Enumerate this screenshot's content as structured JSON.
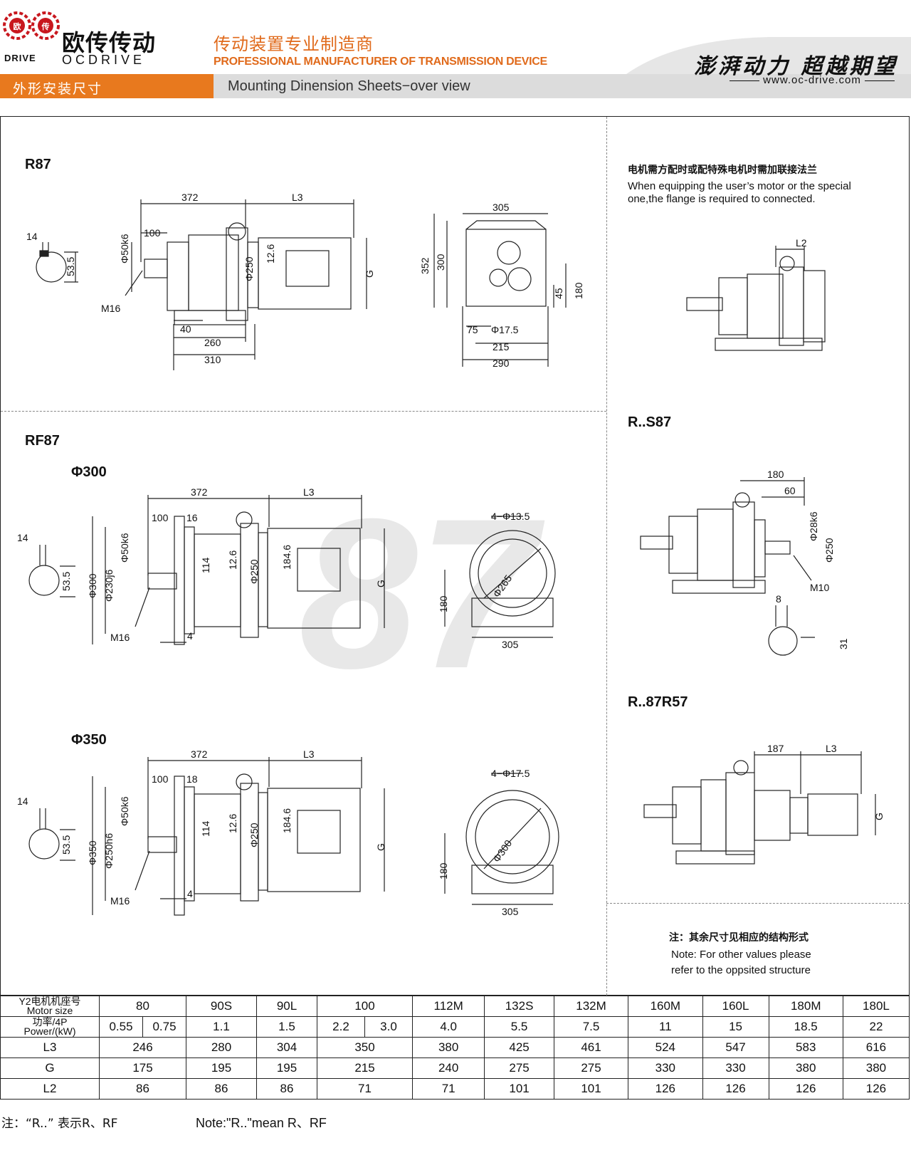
{
  "header": {
    "logo_seal_1": "欧",
    "logo_seal_2": "传",
    "brand_cn": "欧传传动",
    "brand_drive": "DRIVE",
    "brand_en": "OCDRIVE",
    "tagline_cn": "传动装置专业制造商",
    "tagline_en": "PROFESSIONAL MANUFACTURER OF TRANSMISSION DEVICE",
    "section_cn": "外形安装尺寸",
    "section_en": "Mounting Dinension Sheets−over view",
    "slogan": "澎湃动力 超越期望",
    "website": "www.oc-drive.com"
  },
  "colors": {
    "accent": "#e8791e",
    "tagline": "#e06a1b",
    "bar_grey": "#dcdcdc"
  },
  "watermark": "87",
  "r87": {
    "label": "R87",
    "dims": {
      "d372": "372",
      "l3": "L3",
      "d14": "14",
      "d100": "100",
      "phi50k6": "Φ50k6",
      "d53_5": "53.5",
      "m16": "M16",
      "d12_6": "12.6",
      "phi250": "Φ250",
      "g": "G",
      "d40": "40",
      "d260": "260",
      "d310": "310"
    },
    "side": {
      "d305": "305",
      "d352": "352",
      "d300": "300",
      "d45": "45",
      "d180": "180",
      "d75": "75",
      "phi17_5": "Φ17.5",
      "d215": "215",
      "d290": "290"
    }
  },
  "note_flange": {
    "cn": "电机需方配时或配特殊电机时需加联接法兰",
    "en1": "When equipping the user’s motor or the special",
    "en2": "one,the flange is required to connected.",
    "l2": "L2"
  },
  "rf87": {
    "label": "RF87",
    "v300": {
      "label": "Φ300",
      "dims": {
        "d372": "372",
        "l3": "L3",
        "d100": "100",
        "d16": "16",
        "d14": "14",
        "d53_5": "53.5",
        "phi300": "Φ300",
        "phi230j6": "Φ230j6",
        "phi50k6": "Φ50k6",
        "d114": "114",
        "d12_6": "12.6",
        "phi250": "Φ250",
        "d184_6": "184.6",
        "g": "G",
        "m16": "M16",
        "d4": "4"
      },
      "side": {
        "holes": "4−Φ13.5",
        "phi265": "Φ265",
        "d180": "180",
        "d305": "305"
      }
    },
    "v350": {
      "label": "Φ350",
      "dims": {
        "d372": "372",
        "l3": "L3",
        "d100": "100",
        "d18": "18",
        "d14": "14",
        "d53_5": "53.5",
        "phi350": "Φ350",
        "phi250h6": "Φ250h6",
        "phi50k6": "Φ50k6",
        "d114": "114",
        "d12_6": "12.6",
        "phi250": "Φ250",
        "d184_6": "184.6",
        "g": "G",
        "m16": "M16",
        "d4": "4"
      },
      "side": {
        "holes": "4−Φ17.5",
        "phi300": "Φ300",
        "d180": "180",
        "d305": "305"
      }
    }
  },
  "rs87": {
    "label": "R..S87",
    "dims": {
      "d180": "180",
      "d60": "60",
      "phi28k6": "Φ28k6",
      "phi250": "Φ250",
      "m10": "M10",
      "d8": "8",
      "d31": "31"
    }
  },
  "r87r57": {
    "label": "R..87R57",
    "dims": {
      "d187": "187",
      "l3": "L3",
      "g": "G"
    }
  },
  "note_other": {
    "cn": "注：其余尺寸见相应的结构形式",
    "en1": "Note: For other values please",
    "en2": "refer to the oppsited structure"
  },
  "table": {
    "motor_size_cn": "Y2电机机座号",
    "motor_size_en": "Motor size",
    "power_cn": "功率/4P",
    "power_en": "Power/(kW)",
    "sizes": [
      "80",
      "90S",
      "90L",
      "100",
      "112M",
      "132S",
      "132M",
      "160M",
      "160L",
      "180M",
      "180L"
    ],
    "powers": [
      "0.55",
      "0.75",
      "1.1",
      "1.5",
      "2.2",
      "3.0",
      "4.0",
      "5.5",
      "7.5",
      "11",
      "15",
      "18.5",
      "22"
    ],
    "rows": [
      {
        "name": "L3",
        "values": [
          "246",
          "280",
          "304",
          "350",
          "380",
          "425",
          "461",
          "524",
          "547",
          "583",
          "616"
        ]
      },
      {
        "name": "G",
        "values": [
          "175",
          "195",
          "195",
          "215",
          "240",
          "275",
          "275",
          "330",
          "330",
          "380",
          "380"
        ]
      },
      {
        "name": "L2",
        "values": [
          "86",
          "86",
          "86",
          "71",
          "71",
          "101",
          "101",
          "126",
          "126",
          "126",
          "126"
        ]
      }
    ]
  },
  "footer": {
    "cn": "注：“R..” 表示R、RF",
    "en": "Note:\"R..\"mean R、RF"
  }
}
